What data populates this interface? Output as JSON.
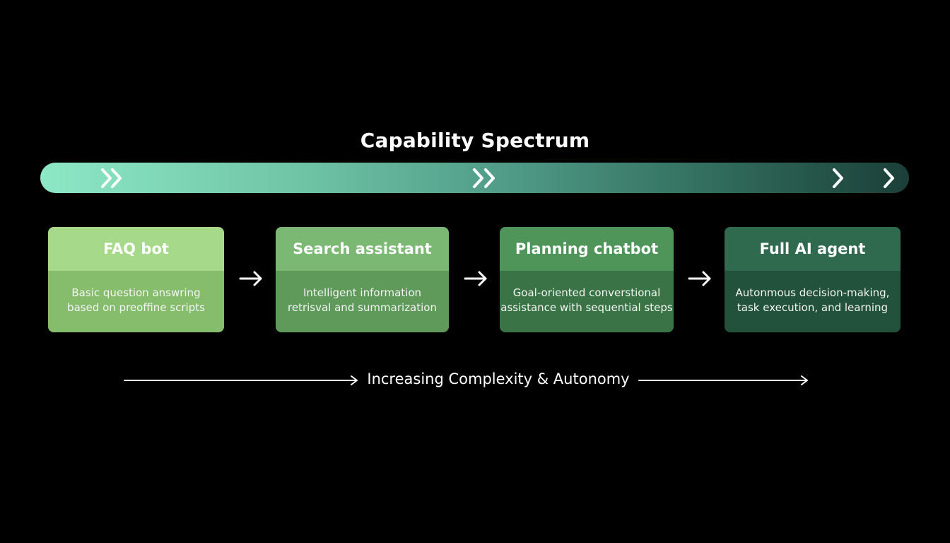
{
  "title": "Capability Spectrum",
  "colors": {
    "background": "#000000",
    "bar_start": "#8de8c6",
    "bar_end": "#1a3f38",
    "stage_1_head": "#a6d98a",
    "stage_1_body": "#86bd6c",
    "stage_2_head": "#7bb874",
    "stage_2_body": "#5f9a5b",
    "stage_3_head": "#4f9559",
    "stage_3_body": "#3a7446",
    "stage_4_head": "#2f6a4e",
    "stage_4_body": "#22513c"
  },
  "bar_icons": [
    "double-chevron-right-icon",
    "double-chevron-right-icon",
    "chevron-right-icon",
    "chevron-right-icon"
  ],
  "stages": [
    {
      "name": "FAQ bot",
      "line1": "Basic question answring",
      "line2": "based on preoffine scripts"
    },
    {
      "name": "Search assistant",
      "line1": "Intelligent information",
      "line2": "retrisval and summarization"
    },
    {
      "name": "Planning chatbot",
      "line1": "Goal-oriented converstional",
      "line2": "assistance with sequential steps"
    },
    {
      "name": "Full AI agent",
      "line1": "Autonmous decision-making,",
      "line2": "task execution, and learning"
    }
  ],
  "flow_icon": "arrow-right-icon",
  "axis_label": "Increasing Complexity & Autonomy"
}
